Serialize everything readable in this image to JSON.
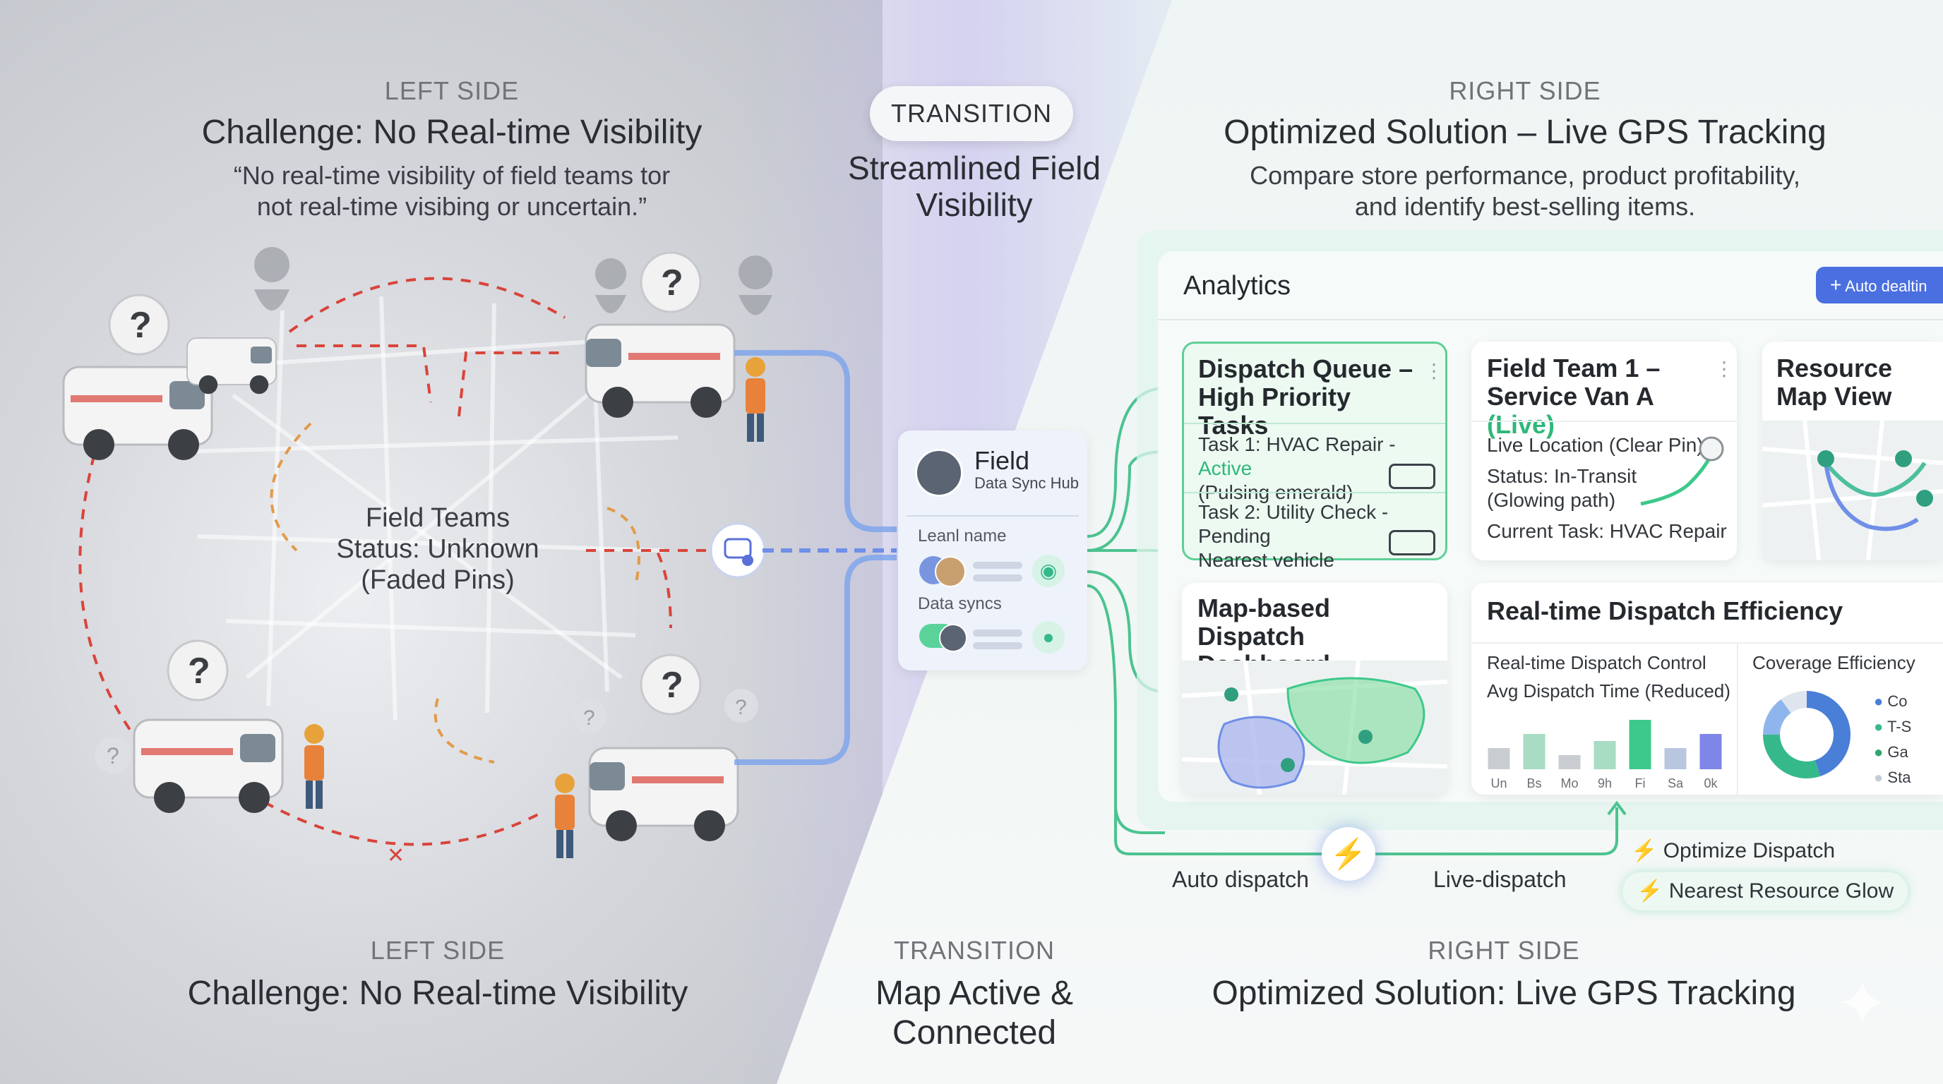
{
  "left_header": {
    "kicker": "LEFT SIDE",
    "title": "Challenge: No Real-time Visibility",
    "quote": "“No real-time visibility of field teams tor not real-time visibing or uncertain.”"
  },
  "left_status": {
    "line1": "Field Teams",
    "line2": "Status: Unknown",
    "line3": "(Faded Pins)"
  },
  "transition_header": {
    "pill": "TRANSITION",
    "title": "Streamlined Field Visibility"
  },
  "right_header": {
    "kicker": "RIGHT SIDE",
    "title": "Optimized Solution – Live GPS Tracking",
    "subtitle": "Compare store performance, product profitability, and identify best-selling items."
  },
  "hub": {
    "title": "Field",
    "subtitle": "Data Sync Hub",
    "row1_label": "Leanl name",
    "row2_label": "Data syncs"
  },
  "analytics": {
    "title": "Analytics",
    "action_button": "Auto dealtin"
  },
  "dispatch_card": {
    "title": "Dispatch Queue – High Priority Tasks",
    "task1_prefix": "Task 1: HVAC Repair - ",
    "task1_status": "Active",
    "task1_note": "(Pulsing emerald)",
    "task2": "Task 2: Utility Check - Pending",
    "task2_note": "Nearest vehicle"
  },
  "field_team_card": {
    "title_prefix": "Field Team 1 – Service Van A ",
    "title_live": "(Live)",
    "line1": "Live Location (Clear Pin)",
    "line2": "Status: In-Transit",
    "line3": "(Glowing path)",
    "line4": "Current Task: HVAC Repair"
  },
  "resource_card": {
    "title": "Resource Map View"
  },
  "map_card": {
    "title": "Map-based Dispatch Dashboard"
  },
  "efficiency_card": {
    "title": "Real-time Dispatch Efficiency",
    "line1": "Real-time Dispatch Control",
    "line2": "Avg Dispatch Time (Reduced)",
    "coverage_title": "Coverage Efficiency",
    "legend": [
      "Co",
      "T-S",
      "Ga",
      "Sta"
    ]
  },
  "chart_data": {
    "type": "bar",
    "title": "Avg Dispatch Time (Reduced)",
    "categories": [
      "Un",
      "Bs",
      "Mo",
      "9h",
      "Fi",
      "Sa",
      "0k"
    ],
    "values": [
      3,
      5,
      2,
      4,
      7,
      3,
      5
    ],
    "ylim": [
      0,
      8
    ],
    "colors": [
      "#c9cdd1",
      "#a8dcc3",
      "#c9cdd1",
      "#a8dcc3",
      "#3cc98a",
      "#b8c6e0",
      "#7f86e8"
    ]
  },
  "donut_data": {
    "type": "pie",
    "values": [
      45,
      30,
      15,
      10
    ],
    "colors": [
      "#4a7fd8",
      "#36b98a",
      "#8fb6ec",
      "#dfe5ee"
    ]
  },
  "bottom_flow": {
    "auto_dispatch": "Auto dispatch",
    "live_dispatch": "Live-dispatch",
    "optimize": "Optimize Dispatch",
    "nearest": "Nearest Resource Glow"
  },
  "footer": {
    "left_kicker": "LEFT SIDE",
    "left_title": "Challenge: No Real-time Visibility",
    "mid_kicker": "TRANSITION",
    "mid_title": "Map Active & Connected",
    "right_kicker": "RIGHT SIDE",
    "right_title": "Optimized Solution: Live GPS Tracking"
  },
  "icons": {
    "question": "?",
    "lightning": "⚡",
    "plus": "+"
  },
  "colors": {
    "accent_green": "#3cc98a",
    "accent_blue": "#4a6fe0",
    "dashed_red": "#d9443a",
    "dashed_orange": "#e39a4a"
  }
}
